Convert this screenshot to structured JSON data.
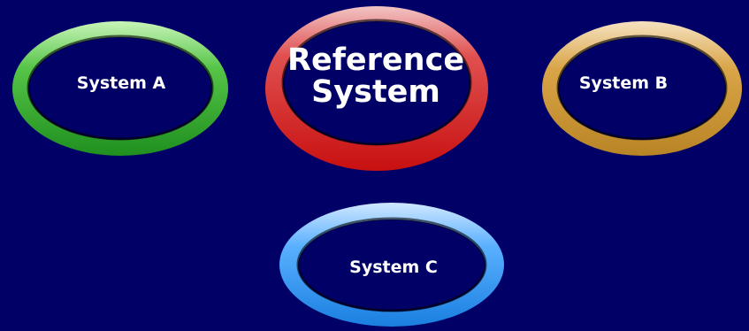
{
  "diagram": {
    "background": "#000066",
    "nodes": [
      {
        "id": "system-a",
        "label_lines": [
          "System A"
        ],
        "color": "#33aa33"
      },
      {
        "id": "reference",
        "label_lines": [
          "Reference",
          "System"
        ],
        "color": "#dd2222"
      },
      {
        "id": "system-b",
        "label_lines": [
          "System B"
        ],
        "color": "#cc9933"
      },
      {
        "id": "system-c",
        "label_lines": [
          "System C"
        ],
        "color": "#3399ee"
      }
    ]
  }
}
